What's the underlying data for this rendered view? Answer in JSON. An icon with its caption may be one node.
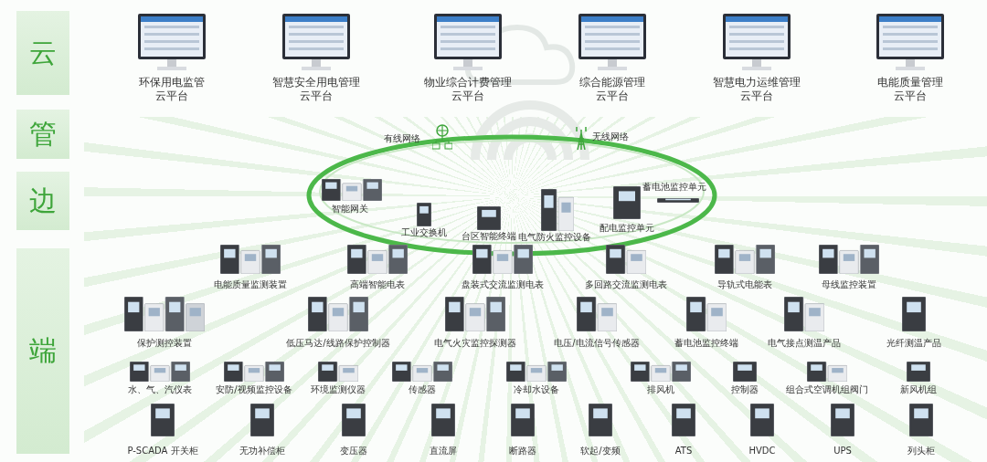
{
  "diagram": {
    "nodes": [
      {
        "text": [
          "云"
        ]
      },
      {
        "text": [
          "管"
        ]
      },
      {
        "text": [
          "边"
        ]
      },
      {
        "text": [
          "端"
        ]
      }
    ],
    "labels": [
      "环保用电监管云平台",
      "智慧安全用电管理云平台",
      "物业综合计费管理云平台",
      "综合能源管理云平台",
      "智慧电力运维管理云平台",
      "电能质量管理云平台",
      "有线网络",
      "无线网络",
      "智能网关",
      "工业交换机",
      "台区智能终端",
      "电气防火监控设备",
      "配电监控单元",
      "蓄电池监控单元",
      "电能质量监测装置",
      "高端智能电表",
      "盘装式交流监测电表",
      "多回路交流监测电表",
      "导轨式电能表",
      "母线监控装置",
      "保护测控装置",
      "低压马达/线路保护控制器",
      "电气火灾监控探测器",
      "电压/电流信号传感器",
      "蓄电池监控终端",
      "电气接点测温产品",
      "光纤测温产品",
      "水、气、汽仪表",
      "安防/视频监控设备",
      "环境监测仪器",
      "传感器",
      "冷却水设备",
      "排风机",
      "控制器",
      "组合式空调机组阀门",
      "新风机组",
      "P-SCADA 开关柜",
      "无功补偿柜",
      "变压器",
      "直流屏",
      "断路器",
      "软起/变频",
      "ATS",
      "HVDC",
      "UPS",
      "列头柜"
    ]
  }
}
